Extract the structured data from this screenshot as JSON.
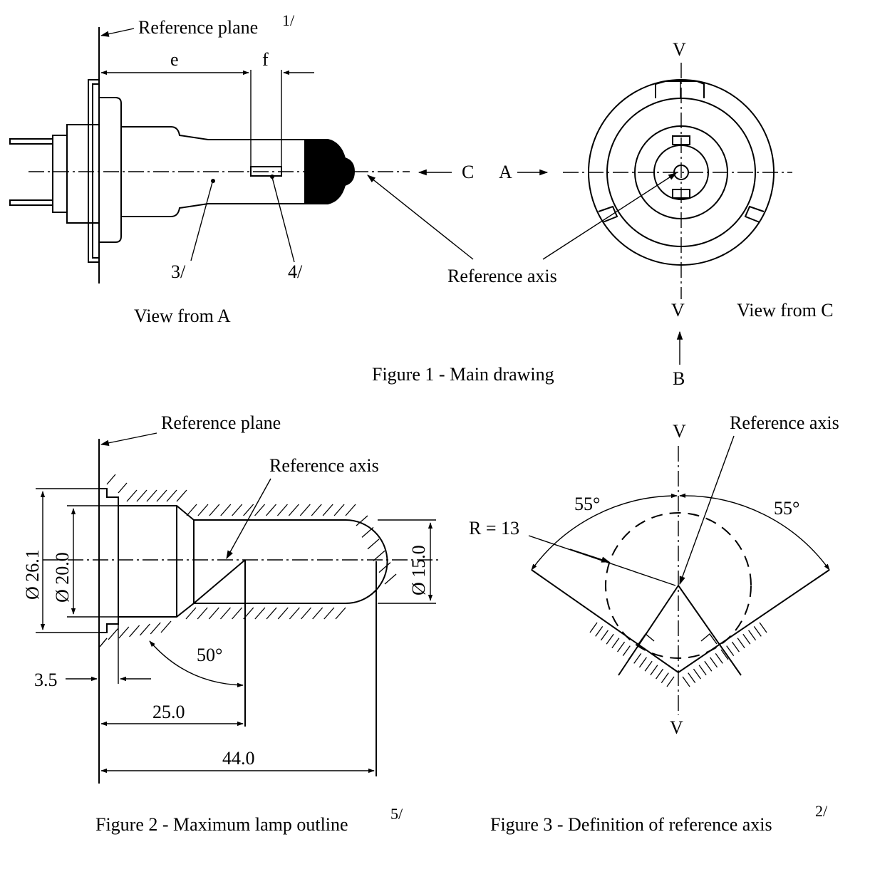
{
  "figure1": {
    "caption": "Figure 1 - Main drawing",
    "reference_plane": "Reference plane",
    "reference_plane_note": "1/",
    "dim_e": "e",
    "dim_f": "f",
    "note_3": "3/",
    "note_4": "4/",
    "arrow_c": "C",
    "arrow_a": "A",
    "arrow_b": "B",
    "reference_axis": "Reference axis",
    "view_from_a": "View from A",
    "view_from_c": "View from C",
    "v_top": "V",
    "v_bottom": "V"
  },
  "figure2": {
    "caption": "Figure 2 - Maximum lamp outline",
    "caption_note": "5/",
    "reference_plane": "Reference plane",
    "reference_axis": "Reference axis",
    "dia_26_1": "Ø 26.1",
    "dia_20_0": "Ø 20.0",
    "dia_15_0": "Ø 15.0",
    "dim_3_5": "3.5",
    "dim_25_0": "25.0",
    "dim_44_0": "44.0",
    "angle_50": "50°"
  },
  "figure3": {
    "caption": "Figure 3 - Definition of reference axis",
    "caption_note": "2/",
    "reference_axis": "Reference axis",
    "radius": "R = 13",
    "angle_left": "55°",
    "angle_right": "55°",
    "v_top": "V",
    "v_bottom": "V"
  }
}
